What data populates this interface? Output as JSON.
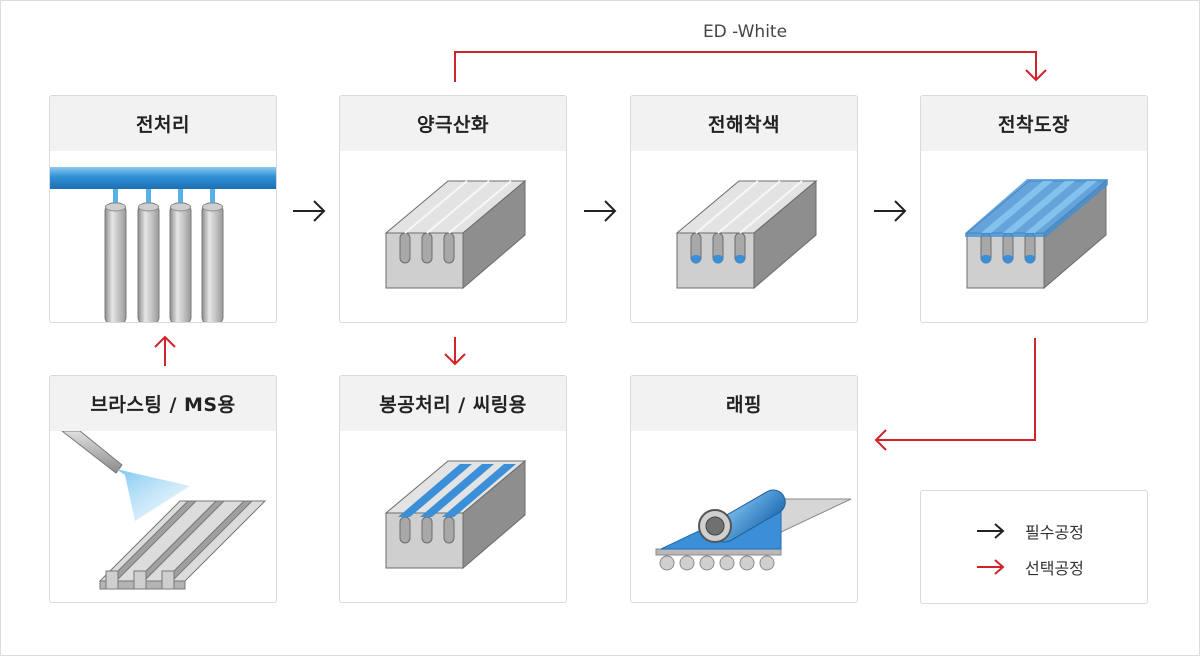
{
  "top_branch_label": "ED -White",
  "steps": {
    "pretreatment": "전처리",
    "anodizing": "양극산화",
    "electrolytic_coloring": "전해착색",
    "electrodeposition": "전착도장",
    "blasting": "브라스팅 / MS용",
    "sealing": "봉공처리 / 씨링용",
    "wrapping": "래핑"
  },
  "legend": {
    "required": "필수공정",
    "optional": "선택공정"
  },
  "colors": {
    "required_arrow": "#222222",
    "optional_arrow": "#d0232a",
    "accent_blue": "#3a8fd8"
  }
}
